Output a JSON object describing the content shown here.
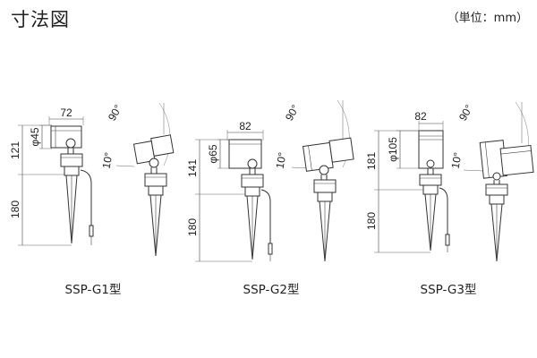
{
  "header": {
    "title": "寸法図",
    "unit": "（単位：mm）"
  },
  "models": [
    {
      "name": "SSP-G1型",
      "head_width": "72",
      "diameter": "φ45",
      "head_height": "121",
      "stake_length": "180",
      "angle_max": "90°",
      "angle_min": "10°"
    },
    {
      "name": "SSP-G2型",
      "head_width": "82",
      "diameter": "φ65",
      "head_height": "141",
      "stake_length": "180",
      "angle_max": "90°",
      "angle_min": "10°"
    },
    {
      "name": "SSP-G3型",
      "head_width": "82",
      "diameter": "φ105",
      "head_height": "181",
      "stake_length": "180",
      "angle_max": "90°",
      "angle_min": "10°"
    }
  ]
}
